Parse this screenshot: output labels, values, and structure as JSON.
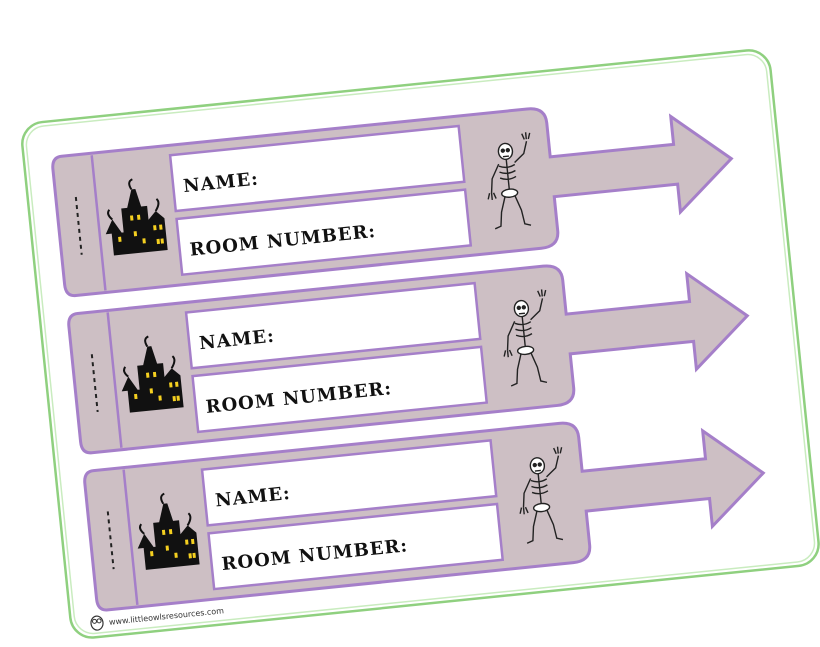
{
  "worksheet": {
    "footer_url": "www.littleowlsresources.com"
  },
  "labels": [
    {
      "name_label": "NAME:",
      "room_label": "ROOM NUMBER:"
    },
    {
      "name_label": "NAME:",
      "room_label": "ROOM NUMBER:"
    },
    {
      "name_label": "NAME:",
      "room_label": "ROOM NUMBER:"
    }
  ],
  "icons": {
    "left": "haunted-house-icon",
    "right": "skeleton-icon",
    "footer": "owl-logo-icon"
  },
  "colors": {
    "label_fill": "#cdbfc4",
    "label_border": "#a57fc9",
    "sheet_border": "#8fd07f",
    "house": "#111111",
    "window": "#f5d020"
  }
}
